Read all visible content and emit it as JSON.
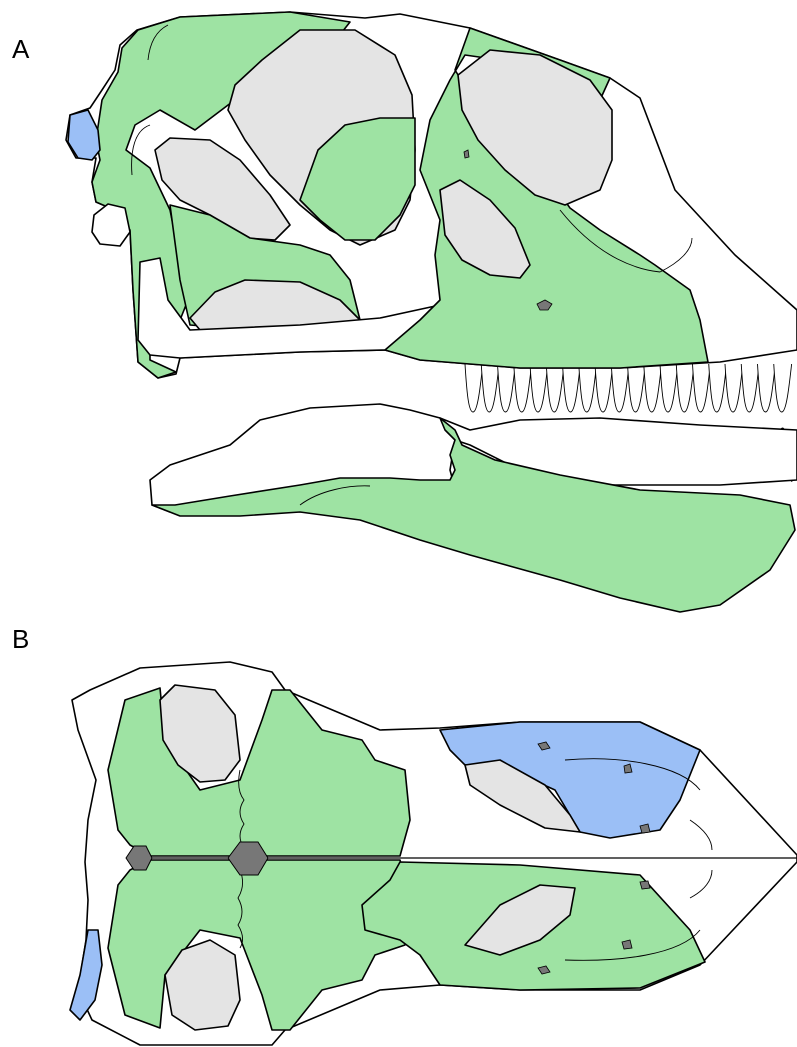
{
  "panels": [
    {
      "label": "A",
      "view": "lateral"
    },
    {
      "label": "B",
      "view": "dorsal"
    }
  ],
  "colors": {
    "highlight_bone": "#9ee3a3",
    "blue_bone": "#9bbff6",
    "opening": "#e4e4e4",
    "foramen": "#777777",
    "plain_bone": "#ffffff",
    "outline": "#000000"
  },
  "icons": {
    "tooth": "tooth-icon",
    "foramen": "foramen-icon"
  }
}
